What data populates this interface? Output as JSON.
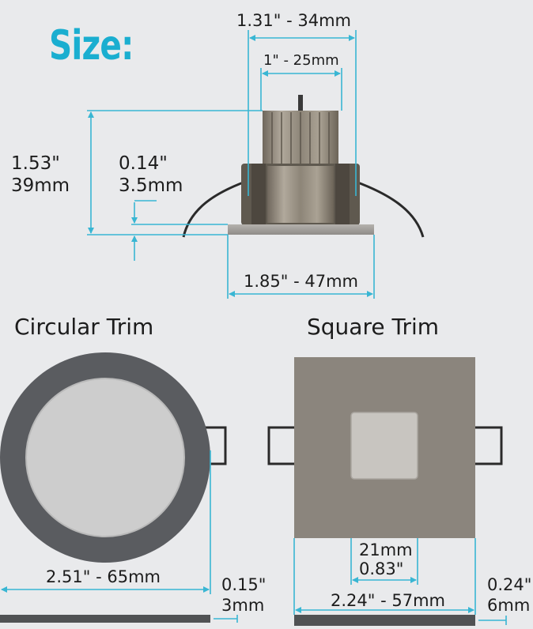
{
  "title": "Size:",
  "colors": {
    "accent": "#1aaed0",
    "dimension_line": "#39b6d3",
    "fixture_body": "#8a8276",
    "trim_dark": "#5a5c60",
    "lens": "#cdcdcd",
    "square_trim": "#8b857d",
    "wire": "#2a2a2a"
  },
  "side_view": {
    "top_width": "1.31\" - 34mm",
    "inner_width": "1\" - 25mm",
    "height_in": "1.53\"",
    "height_mm": "39mm",
    "lip_in": "0.14\"",
    "lip_mm": "3.5mm",
    "bottom_width": "1.85\" - 47mm"
  },
  "circular_trim": {
    "heading": "Circular Trim",
    "diameter": "2.51\" - 65mm",
    "thickness_in": "0.15\"",
    "thickness_mm": "3mm"
  },
  "square_trim": {
    "heading": "Square Trim",
    "inner_mm": "21mm",
    "inner_in": "0.83\"",
    "width": "2.24\" - 57mm",
    "thickness_in": "0.24\"",
    "thickness_mm": "6mm"
  }
}
